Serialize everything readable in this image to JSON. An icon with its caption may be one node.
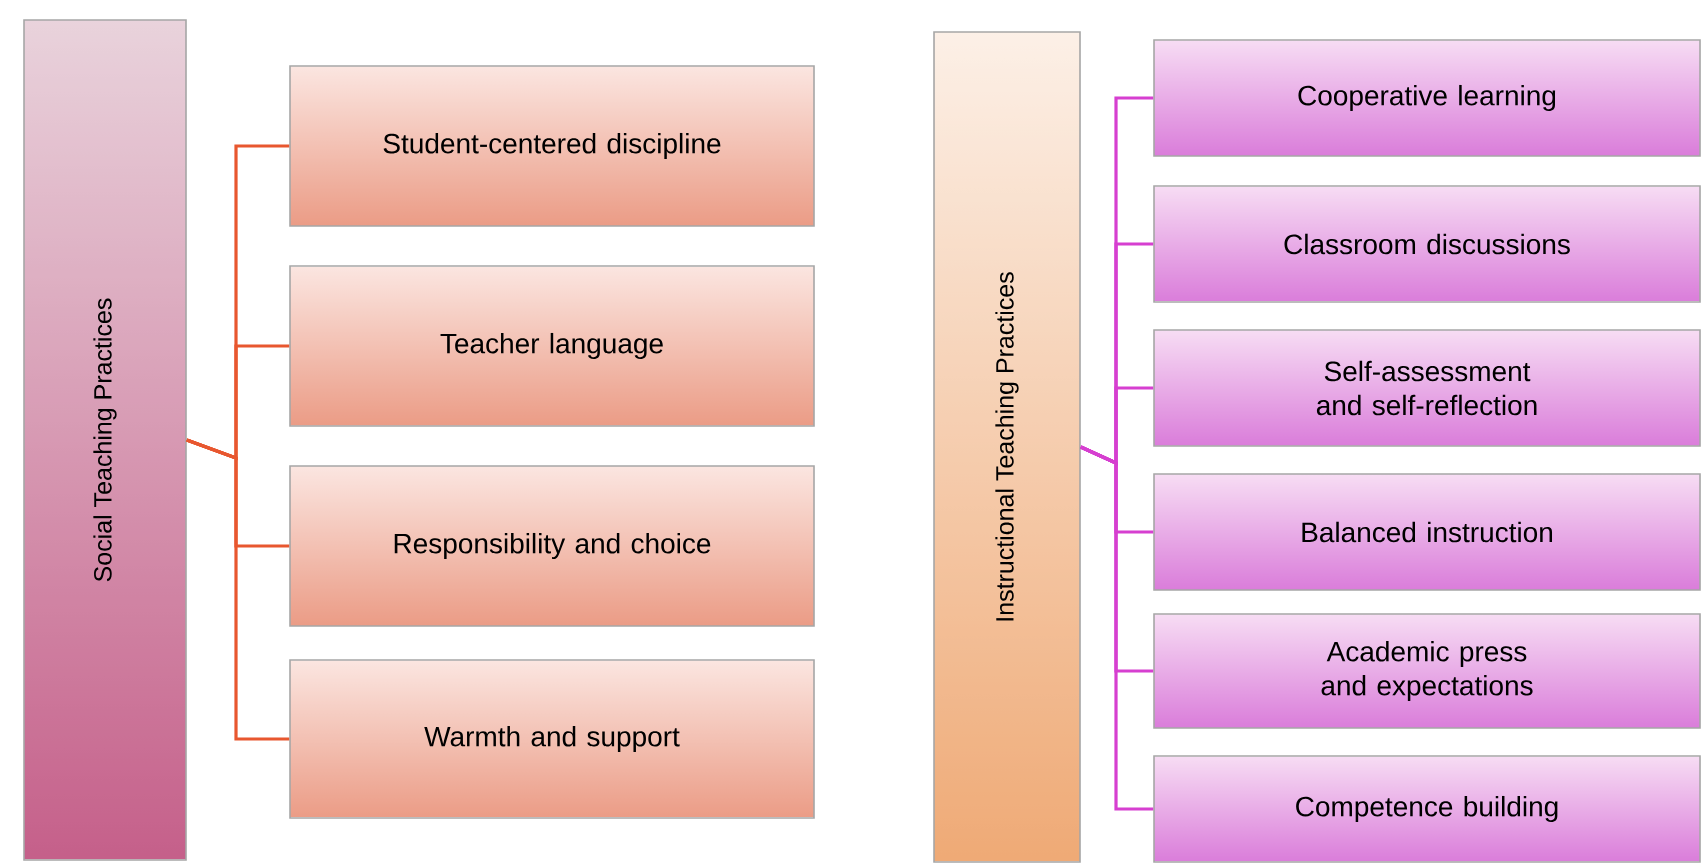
{
  "diagram": {
    "nodes": [
      {
        "text": [
          "Social Teaching Practices"
        ]
      },
      {
        "text": [
          "Student-centered discipline"
        ]
      },
      {
        "text": [
          "Teacher language"
        ]
      },
      {
        "text": [
          "Responsibility and choice"
        ]
      },
      {
        "text": [
          "Warmth and support"
        ]
      },
      {
        "text": [
          "Instructional Teaching Practices"
        ]
      },
      {
        "text": [
          "Cooperative learning"
        ]
      },
      {
        "text": [
          "Classroom discussions"
        ]
      },
      {
        "text": [
          "Self-assessment and self-reflection"
        ]
      },
      {
        "text": [
          "Balanced instruction"
        ]
      },
      {
        "text": [
          "Academic press and expectations"
        ]
      },
      {
        "text": [
          "Competence building"
        ]
      }
    ],
    "edges": [
      {
        "from": 0,
        "to": 1,
        "arrow": "none",
        "color": "#e8572f"
      },
      {
        "from": 0,
        "to": 2,
        "arrow": "none",
        "color": "#e8572f"
      },
      {
        "from": 0,
        "to": 3,
        "arrow": "none",
        "color": "#e8572f"
      },
      {
        "from": 0,
        "to": 4,
        "arrow": "none",
        "color": "#e8572f"
      },
      {
        "from": 5,
        "to": 6,
        "arrow": "none"
      },
      {
        "from": 5,
        "to": 7,
        "arrow": "none"
      },
      {
        "from": 5,
        "to": 8,
        "arrow": "none"
      },
      {
        "from": 5,
        "to": 9,
        "arrow": "none"
      },
      {
        "from": 5,
        "to": 10,
        "arrow": "none"
      },
      {
        "from": 5,
        "to": 11,
        "arrow": "none"
      }
    ]
  }
}
